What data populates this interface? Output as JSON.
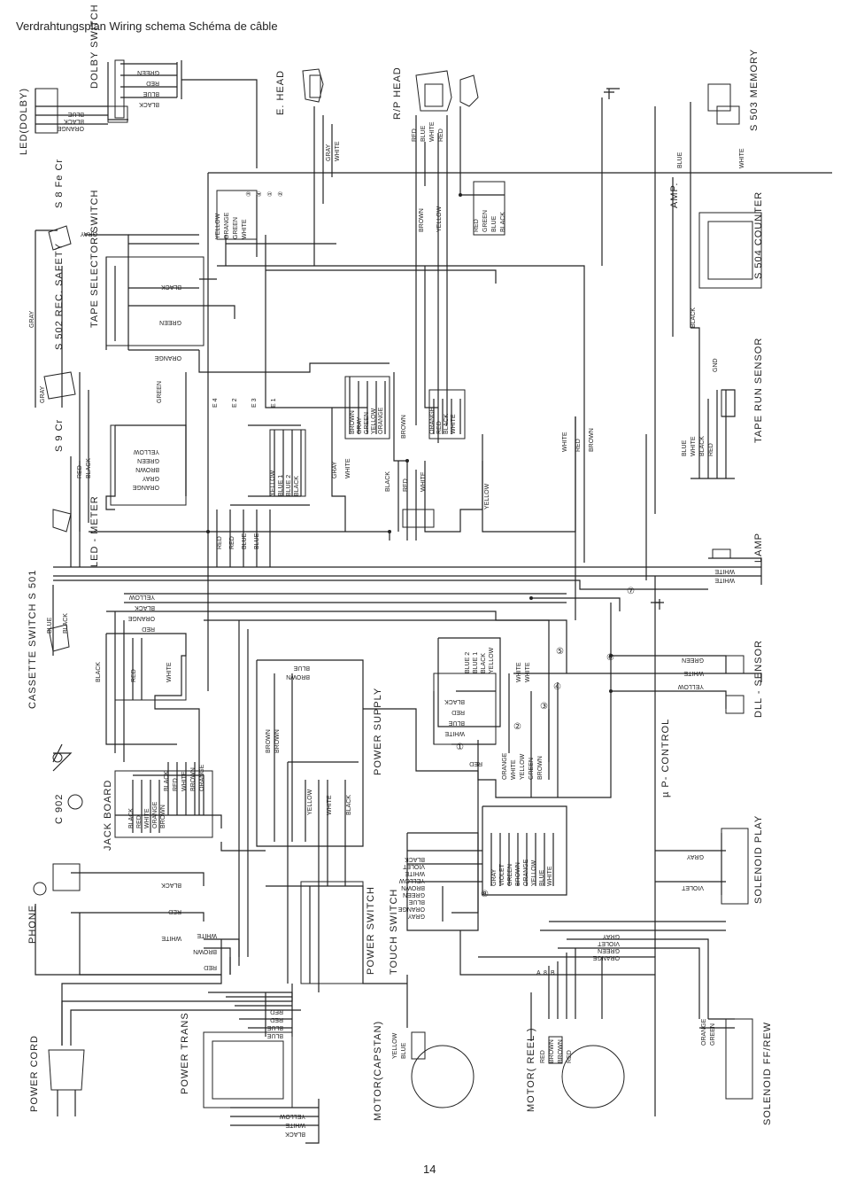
{
  "title": "Verdrahtungsplan Wiring schema  Schéma de câble",
  "page_number": "14",
  "components": {
    "led_dolby": "LED(DOLBY)",
    "dolby_switch": "DOLBY SWITCH",
    "e_head": "E. HEAD",
    "rp_head": "R/P HEAD",
    "s503_memory": "S 503 MEMORY",
    "s8_fecr": "S 8 Fe Cr",
    "tape_selector_switch": "TAPE SELECTOR SWITCH",
    "s502_rec_safety": "S 502 REC. SAFETY",
    "amp": "AMP.",
    "s504_counter": "S 504 COUNTER",
    "s9_cr": "S 9 Cr",
    "tape_run_sensor": "TAPE RUN SENSOR",
    "led_meter": "LED - METER",
    "lamp": "LAMP",
    "cassette_switch_s501": "CASSETTE SWITCH S 501",
    "dll_sensor": "DLL - SENSOR",
    "power_supply": "POWER SUPPLY",
    "mu_p_control": "µ P- CONTROL",
    "c902": "C 902",
    "jack_board": "JACK BOARD",
    "solenoid_play": "SOLENOID PLAY",
    "phone": "PHONE",
    "power_switch": "POWER SWITCH",
    "touch_switch": "TOUCH SWITCH",
    "power_trans": "POWER TRANS",
    "power_cord": "POWER CORD",
    "motor_capstan": "MOTOR(CAPSTAN)",
    "motor_reel": "MOTOR( REEL )",
    "solenoid_ff_rew": "SOLENOID FF/REW",
    "gnd": "GND"
  },
  "wire_labels": {
    "dolby_switch_wires": [
      "GREEN",
      "RED",
      "BLUE",
      "BLACK"
    ],
    "led_dolby_wires": [
      "BLUE",
      "BLACK",
      "ORANGE"
    ],
    "e_head_wires": [
      "GRAY",
      "WHITE"
    ],
    "rp_head_wires": [
      "RED",
      "BLUE",
      "WHITE",
      "RED"
    ],
    "rp_head_left": [
      "BROWN",
      "YELLOW"
    ],
    "rp_connector": [
      "RED",
      "GREEN",
      "BLUE",
      "BLACK"
    ],
    "memory_wires": [
      "BLUE",
      "WHITE"
    ],
    "s8_wires": [
      "GRAY"
    ],
    "tape_selector_wires": [
      "BLACK",
      "GREEN",
      "ORANGE"
    ],
    "amp_bundle": [
      "YELLOW",
      "ORANGE",
      "GREEN",
      "WHITE"
    ],
    "amp_circled": [
      "③",
      "④",
      "①",
      "②"
    ],
    "s502_wires": [
      "GRAY"
    ],
    "counter_wires": [
      "BLACK"
    ],
    "s9_wires": [
      "GRAY",
      "GREEN"
    ],
    "amp_connector_a": [
      "BROWN",
      "GRAY",
      "GREEN",
      "YELLOW",
      "ORANGE"
    ],
    "amp_connector_b": [
      "ORANGE",
      "RED",
      "BLACK",
      "WHITE"
    ],
    "amp_connector_c": [
      "BROWN"
    ],
    "e_terminals": [
      "E 4",
      "E 2",
      "E 3",
      "E 1"
    ],
    "e1_bundle": [
      "YELLOW",
      "BLUE 1",
      "BLUE 2",
      "BLACK"
    ],
    "led_meter_wires": [
      "YELLOW",
      "GREEN",
      "BROWN",
      "GRAY",
      "ORANGE"
    ],
    "led_meter_side": [
      "RED",
      "BLACK"
    ],
    "mid_bundle": [
      "RED",
      "RED",
      "BLUE",
      "BLUE"
    ],
    "gray_white": [
      "GRAY",
      "WHITE"
    ],
    "black_red_white": [
      "BLACK",
      "RED",
      "WHITE"
    ],
    "yellow": [
      "YELLOW"
    ],
    "tape_run_wires": [
      "BLUE",
      "WHITE",
      "BLACK",
      "RED"
    ],
    "white_red": [
      "WHITE",
      "RED",
      "BROWN"
    ],
    "lamp_wires": [
      "WHITE",
      "WHITE"
    ],
    "bus_wires": [
      "YELLOW",
      "BLACK",
      "ORANGE",
      "RED"
    ],
    "cassette_wires": [
      "BLUE",
      "BLACK"
    ],
    "cassette_side": [
      "BLACK",
      "RED",
      "WHITE"
    ],
    "ps_connector": [
      "BLUE 2",
      "BLUE 1",
      "BLACK",
      "YELLOW"
    ],
    "ps_side": [
      "WHITE",
      "WHITE"
    ],
    "ps_connector2": [
      "BLACK",
      "RED",
      "BLUE",
      "WHITE"
    ],
    "ps_blue": [
      "BLUE",
      "BROWN"
    ],
    "ps_brown": [
      "BROWN",
      "BROWN"
    ],
    "ps_bottom": [
      "RED"
    ],
    "ps_lower": [
      "ORANGE",
      "WHITE",
      "YELLOW",
      "GREEN",
      "BROWN"
    ],
    "ps_vertical": [
      "YELLOW",
      "WHITE",
      "BLACK"
    ],
    "dll_wires": [
      "GREEN",
      "WHITE",
      "YELLOW"
    ],
    "jack_wires": [
      "BLACK",
      "RED",
      "WHITE",
      "ORANGE",
      "BROWN"
    ],
    "jack_side": [
      "BLACK",
      "RED",
      "WHITE",
      "BROWN",
      "ORANGE"
    ],
    "touch_connector": [
      "GRAY",
      "VIOLET",
      "GREEN",
      "BROWN",
      "ORANGE",
      "YELLOW",
      "BLUE",
      "WHITE"
    ],
    "touch_left": [
      "BLACK",
      "VIOLET",
      "WHITE",
      "YELLOW",
      "BROWN",
      "GREEN",
      "BLUE",
      "ORANGE",
      "GRAY"
    ],
    "solenoid_play_wires": [
      "GRAY",
      "VIOLET"
    ],
    "phone_wires": [
      "BLACK",
      "RED",
      "WHITE"
    ],
    "power_switch_wires": [
      "WHITE",
      "BROWN",
      "RED"
    ],
    "motor_ctrl": [
      "GRAY",
      "VIOLET",
      "GREEN",
      "ORANGE"
    ],
    "motor_ab": [
      "A",
      "8",
      "B"
    ],
    "power_trans_wires": [
      "RED",
      "RED",
      "BLUE",
      "BLUE"
    ],
    "capstan_wires": [
      "YELLOW",
      "BLUE"
    ],
    "reel_wires": [
      "RED",
      "BROWN",
      "BROWN",
      "RED"
    ],
    "solenoid_ff_wires": [
      "ORANGE",
      "GREEN"
    ],
    "trans_bottom": [
      "YELLOW",
      "WHITE",
      "BLACK"
    ],
    "circled_numbers": [
      "⑦",
      "⑥",
      "⑤",
      "④",
      "③",
      "②",
      "①",
      "⑧"
    ]
  }
}
